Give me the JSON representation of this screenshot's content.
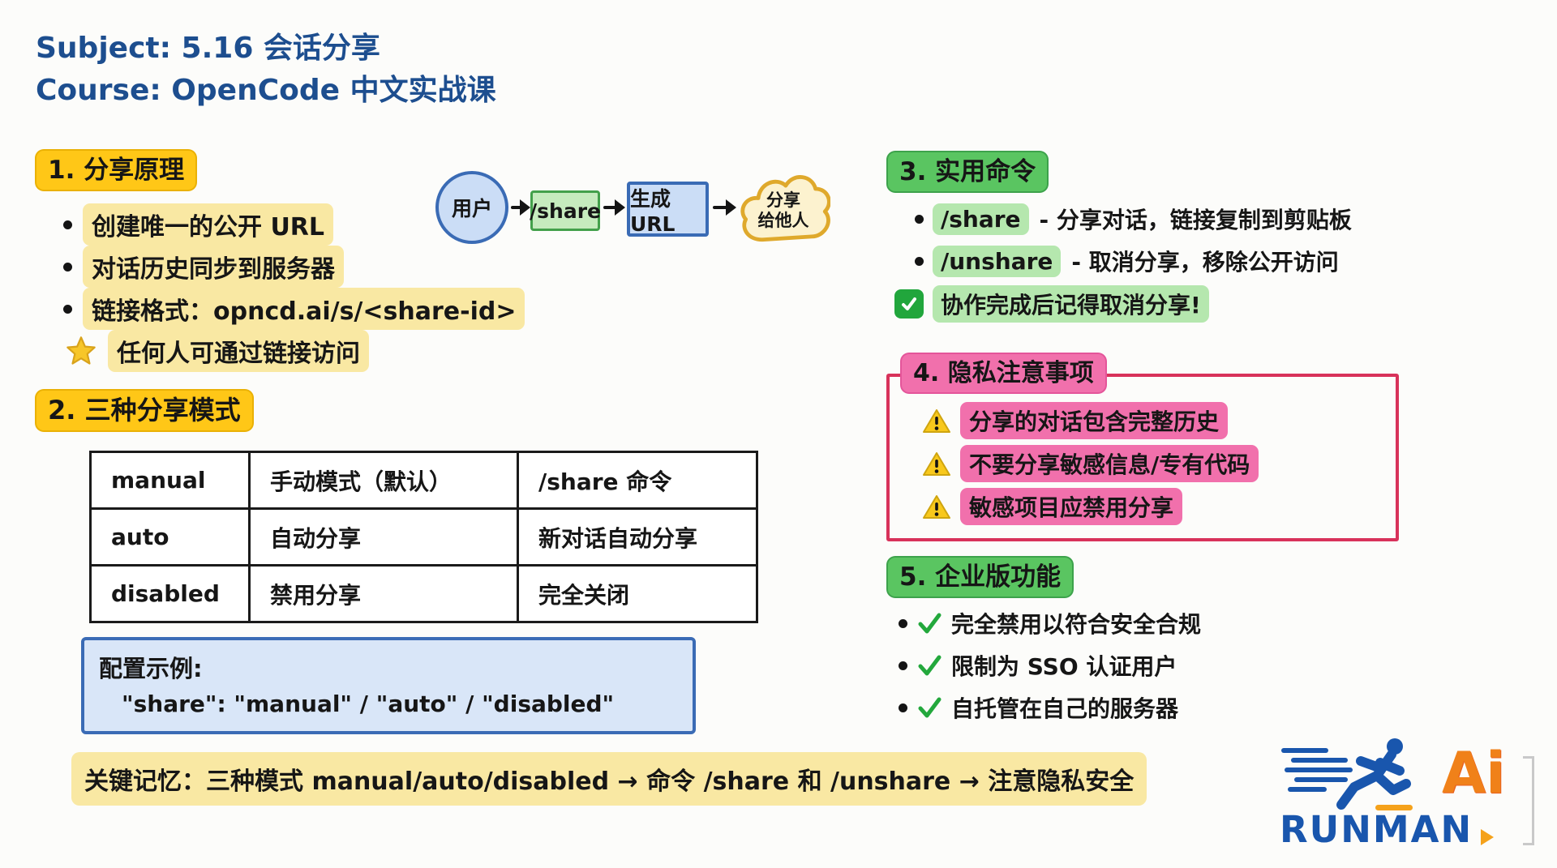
{
  "header": {
    "subject": "Subject: 5.16 会话分享",
    "course": "Course: OpenCode 中文实战课"
  },
  "sections": {
    "principle": {
      "title": "1. 分享原理",
      "bullets": [
        "创建唯一的公开 URL",
        "对话历史同步到服务器",
        "链接格式：opncd.ai/s/<share-id>"
      ],
      "star_note": "任何人可通过链接访问"
    },
    "modes": {
      "title": "2. 三种分享模式",
      "table": {
        "rows": [
          [
            "manual",
            "手动模式（默认）",
            "/share 命令"
          ],
          [
            "auto",
            "自动分享",
            "新对话自动分享"
          ],
          [
            "disabled",
            "禁用分享",
            "完全关闭"
          ]
        ]
      },
      "config": {
        "title": "配置示例:",
        "code": "\"share\": \"manual\" / \"auto\" / \"disabled\""
      }
    },
    "commands": {
      "title": "3. 实用命令",
      "items": [
        {
          "code": "/share",
          "desc": "- 分享对话，链接复制到剪贴板"
        },
        {
          "code": "/unshare",
          "desc": "- 取消分享，移除公开访问"
        }
      ],
      "tip": "协作完成后记得取消分享!"
    },
    "privacy": {
      "title": "4. 隐私注意事项",
      "warnings": [
        "分享的对话包含完整历史",
        "不要分享敏感信息/专有代码",
        "敏感项目应禁用分享"
      ]
    },
    "enterprise": {
      "title": "5. 企业版功能",
      "items": [
        "完全禁用以符合安全合规",
        "限制为 SSO 认证用户",
        "自托管在自己的服务器"
      ]
    }
  },
  "flow": {
    "user": "用户",
    "share_cmd": "/share",
    "gen_url": "生成URL",
    "cloud_line1": "分享",
    "cloud_line2": "给他人"
  },
  "footer": {
    "key_memory": "关键记忆：三种模式 manual/auto/disabled → 命令 /share 和 /unshare → 注意隐私安全"
  },
  "logo": {
    "ai": "Ai",
    "name": "RUNMAN"
  },
  "colors": {
    "title_blue": "#1d4e8f",
    "accent_yellow": "#ffc717",
    "highlight_yellow": "#f9e8a3",
    "accent_green": "#5ac561",
    "highlight_green": "#b5e7ae",
    "accent_pink": "#f170ac",
    "privacy_border_red": "#d8325a",
    "flow_blue": "#3a6bb5",
    "logo_blue": "#1956ad",
    "logo_orange": "#f08119"
  }
}
